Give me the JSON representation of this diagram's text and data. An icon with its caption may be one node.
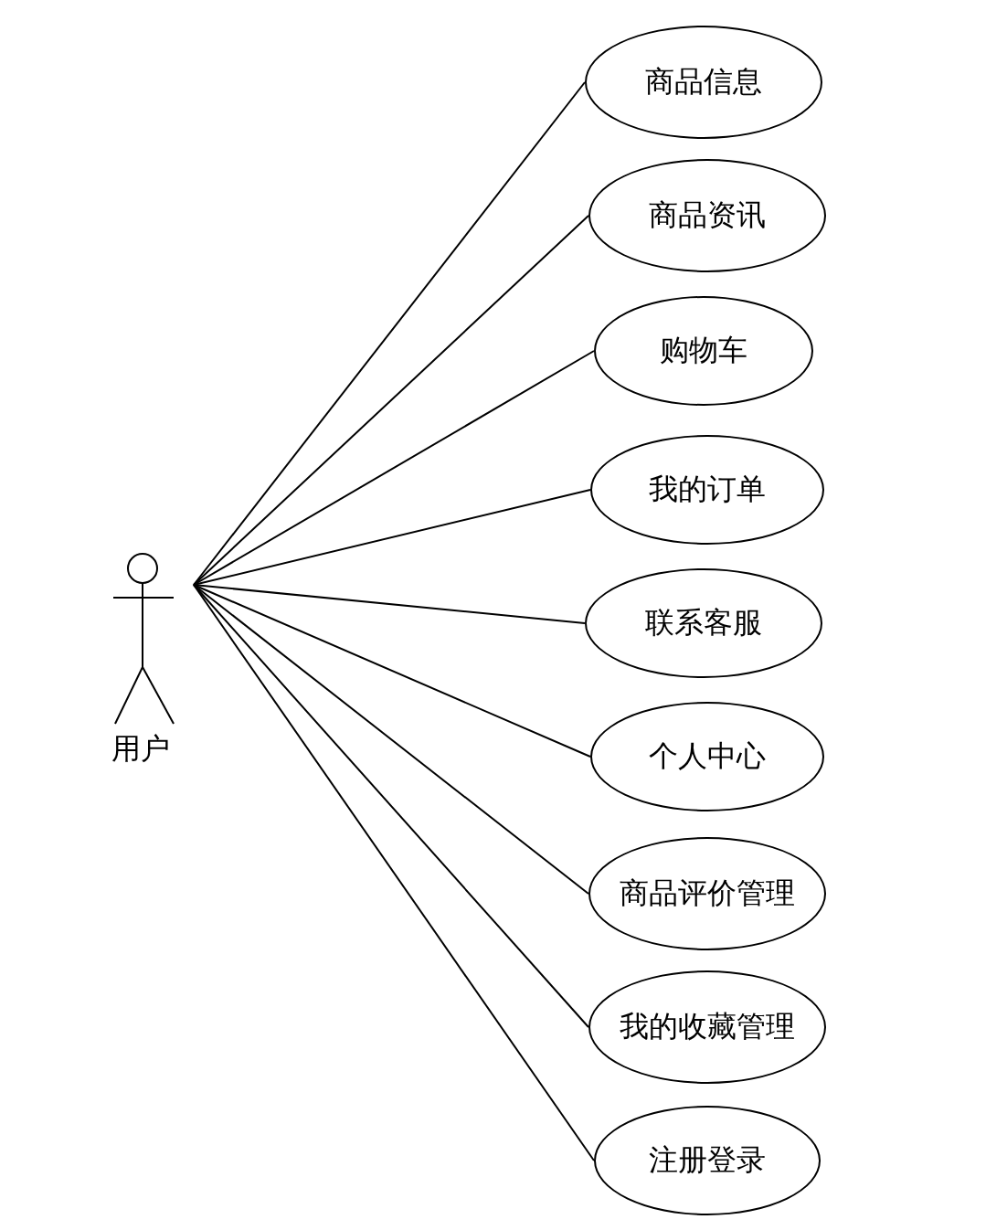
{
  "diagram": {
    "nodes": [
      {
        "text": [
          "用户"
        ]
      },
      {
        "text": [
          "商品信息"
        ]
      },
      {
        "text": [
          "商品资讯"
        ]
      },
      {
        "text": [
          "购物车"
        ]
      },
      {
        "text": [
          "我的订单"
        ]
      },
      {
        "text": [
          "联系客服"
        ]
      },
      {
        "text": [
          "个人中心"
        ]
      },
      {
        "text": [
          "商品评价管理"
        ]
      },
      {
        "text": [
          "我的收藏管理"
        ]
      },
      {
        "text": [
          "注册登录"
        ]
      }
    ],
    "edges": [
      {
        "from": 0,
        "to": 1,
        "arrow": "none"
      },
      {
        "from": 0,
        "to": 2,
        "arrow": "none"
      },
      {
        "from": 0,
        "to": 3,
        "arrow": "none"
      },
      {
        "from": 0,
        "to": 4,
        "arrow": "none"
      },
      {
        "from": 0,
        "to": 5,
        "arrow": "none"
      },
      {
        "from": 0,
        "to": 6,
        "arrow": "none"
      },
      {
        "from": 0,
        "to": 7,
        "arrow": "none"
      },
      {
        "from": 0,
        "to": 8,
        "arrow": "none"
      },
      {
        "from": 0,
        "to": 9,
        "arrow": "none"
      }
    ]
  }
}
